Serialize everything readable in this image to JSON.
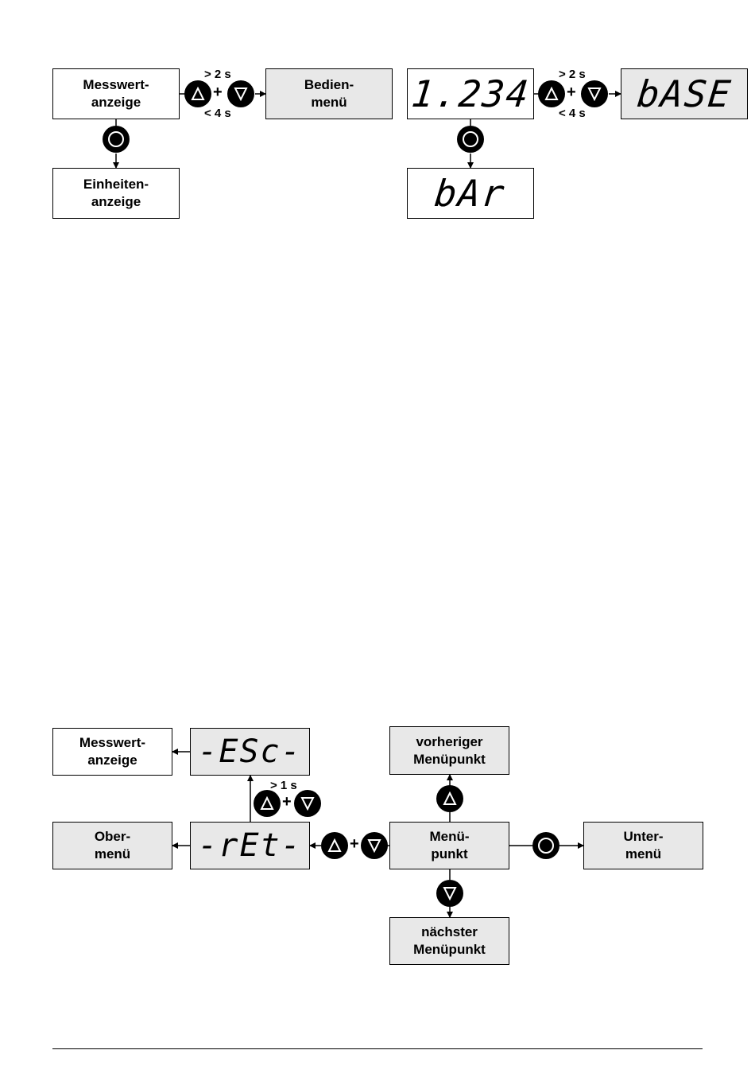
{
  "top_left": {
    "measure_box": "Messwert-\nanzeige",
    "operate_box": "Bedien-\nmenü",
    "units_box": "Einheiten-\nanzeige",
    "time_above": "> 2 s",
    "time_below": "< 4 s"
  },
  "top_right": {
    "display_value": "1.234",
    "display_base": "bASE",
    "display_unit": "bAr",
    "time_above": "> 2 s",
    "time_below": "< 4 s"
  },
  "bottom": {
    "measure_box": "Messwert-\nanzeige",
    "esc_display": "-ESc-",
    "ret_display": "-rEt-",
    "top_menu_box": "Ober-\nmenü",
    "prev_item_box": "vorheriger\nMenüpunkt",
    "item_box": "Menü-\npunkt",
    "sub_menu_box": "Unter-\nmenü",
    "next_item_box": "nächster\nMenüpunkt",
    "time_label": "> 1 s"
  },
  "plus_sign": "+"
}
